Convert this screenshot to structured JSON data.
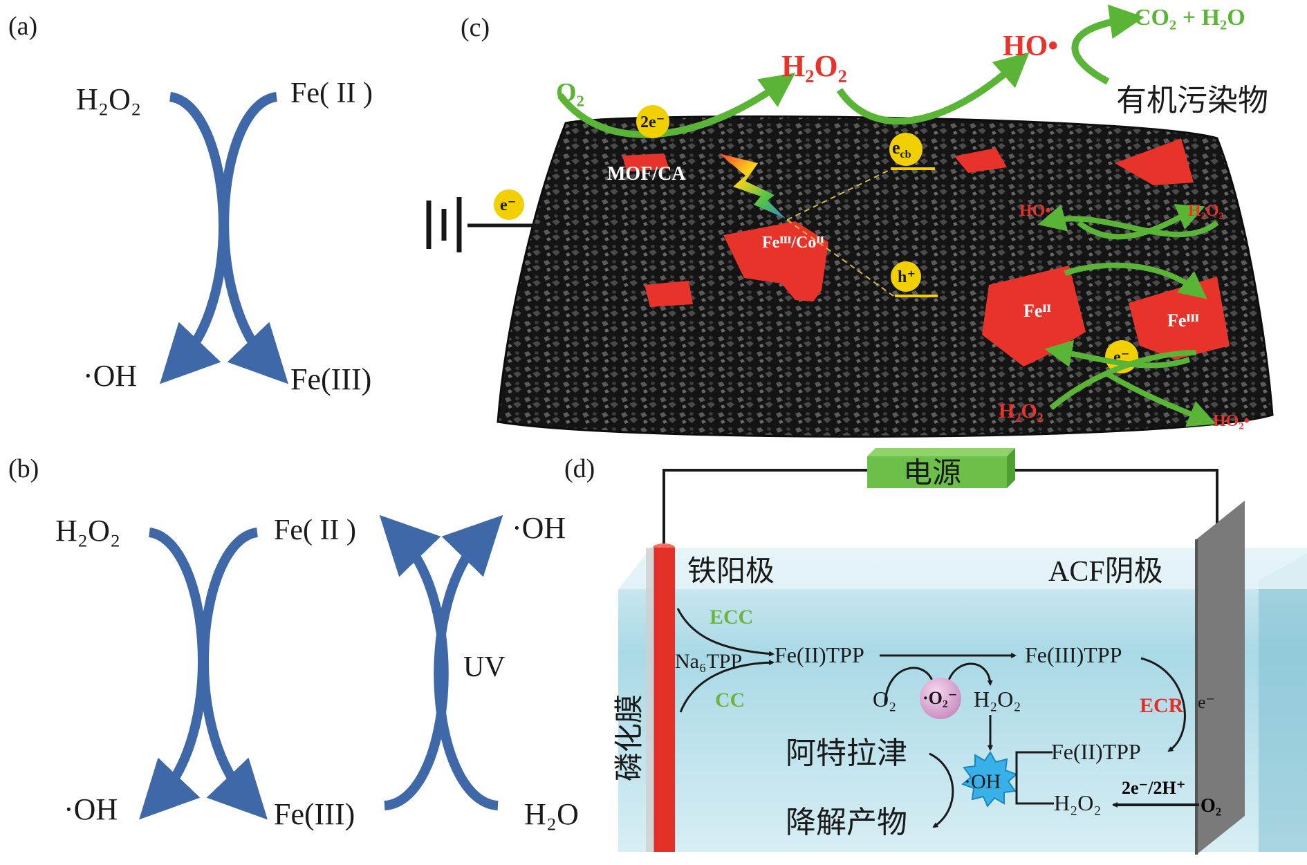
{
  "panels": {
    "a": {
      "label": "(a)",
      "h2o2": "H₂O₂",
      "fe2": "Fe( II )",
      "oh": "·OH",
      "fe3": "Fe(III)"
    },
    "b": {
      "label": "(b)",
      "h2o2": "H₂O₂",
      "fe2": "Fe( II )",
      "oh_top": "·OH",
      "oh": "·OH",
      "fe3": "Fe(III)",
      "h2o": "H₂O",
      "uv": "UV"
    },
    "c": {
      "label": "(c)",
      "o2": "O₂",
      "two_e": "2e⁻",
      "h2o2": "H₂O₂",
      "ho_rad": "HO•",
      "co2_h2o": "CO₂ + H₂O",
      "pollutant": "有机污染物",
      "mof_ca": "MOF/CA",
      "e_bat": "e⁻",
      "ecb": "e",
      "ecb_sub": "cb",
      "hplus": "h⁺",
      "fe3co2": "Feᴵᴵᴵ/Coᴵᴵ",
      "ho_small": "HO•",
      "h2o2_small": "H₂O₂",
      "fe_ii": "Feᴵᴵ",
      "fe_iii": "Feᴵᴵᴵ",
      "e_mid": "e⁻",
      "h2o2_bottom": "H₂O₂",
      "ho2_bottom": "HO₂•",
      "colors": {
        "green": "#5ab435",
        "red": "#e8332a",
        "yellow": "#f2d000",
        "black": "#161616"
      }
    },
    "d": {
      "label": "(d)",
      "power": "电源",
      "anode": "铁阳极",
      "cathode": "ACF阴极",
      "membrane": "磷化膜",
      "ecc": "ECC",
      "cc": "CC",
      "na6tpp": "Na₆TPP",
      "fe2tpp": "Fe(II)TPP",
      "fe3tpp": "Fe(III)TPP",
      "o2": "O₂",
      "o2_rad": "·O₂⁻",
      "h2o2": "H₂O₂",
      "ecr": "ECR",
      "e_minus": "e⁻",
      "atrazine": "阿特拉津",
      "products": "降解产物",
      "oh": "·OH",
      "fe2tpp_2": "Fe(II)TPP",
      "h2o2_2": "H₂O₂",
      "two_e_2h": "2e⁻/2H⁺",
      "o2_right": "O₂",
      "colors": {
        "anode": "#e33027",
        "cathode": "#7a7a7a",
        "power": "#6cc04a",
        "water": "#bfe4ee",
        "ecc": "#6cb33f",
        "ecr": "#e33027"
      }
    }
  }
}
